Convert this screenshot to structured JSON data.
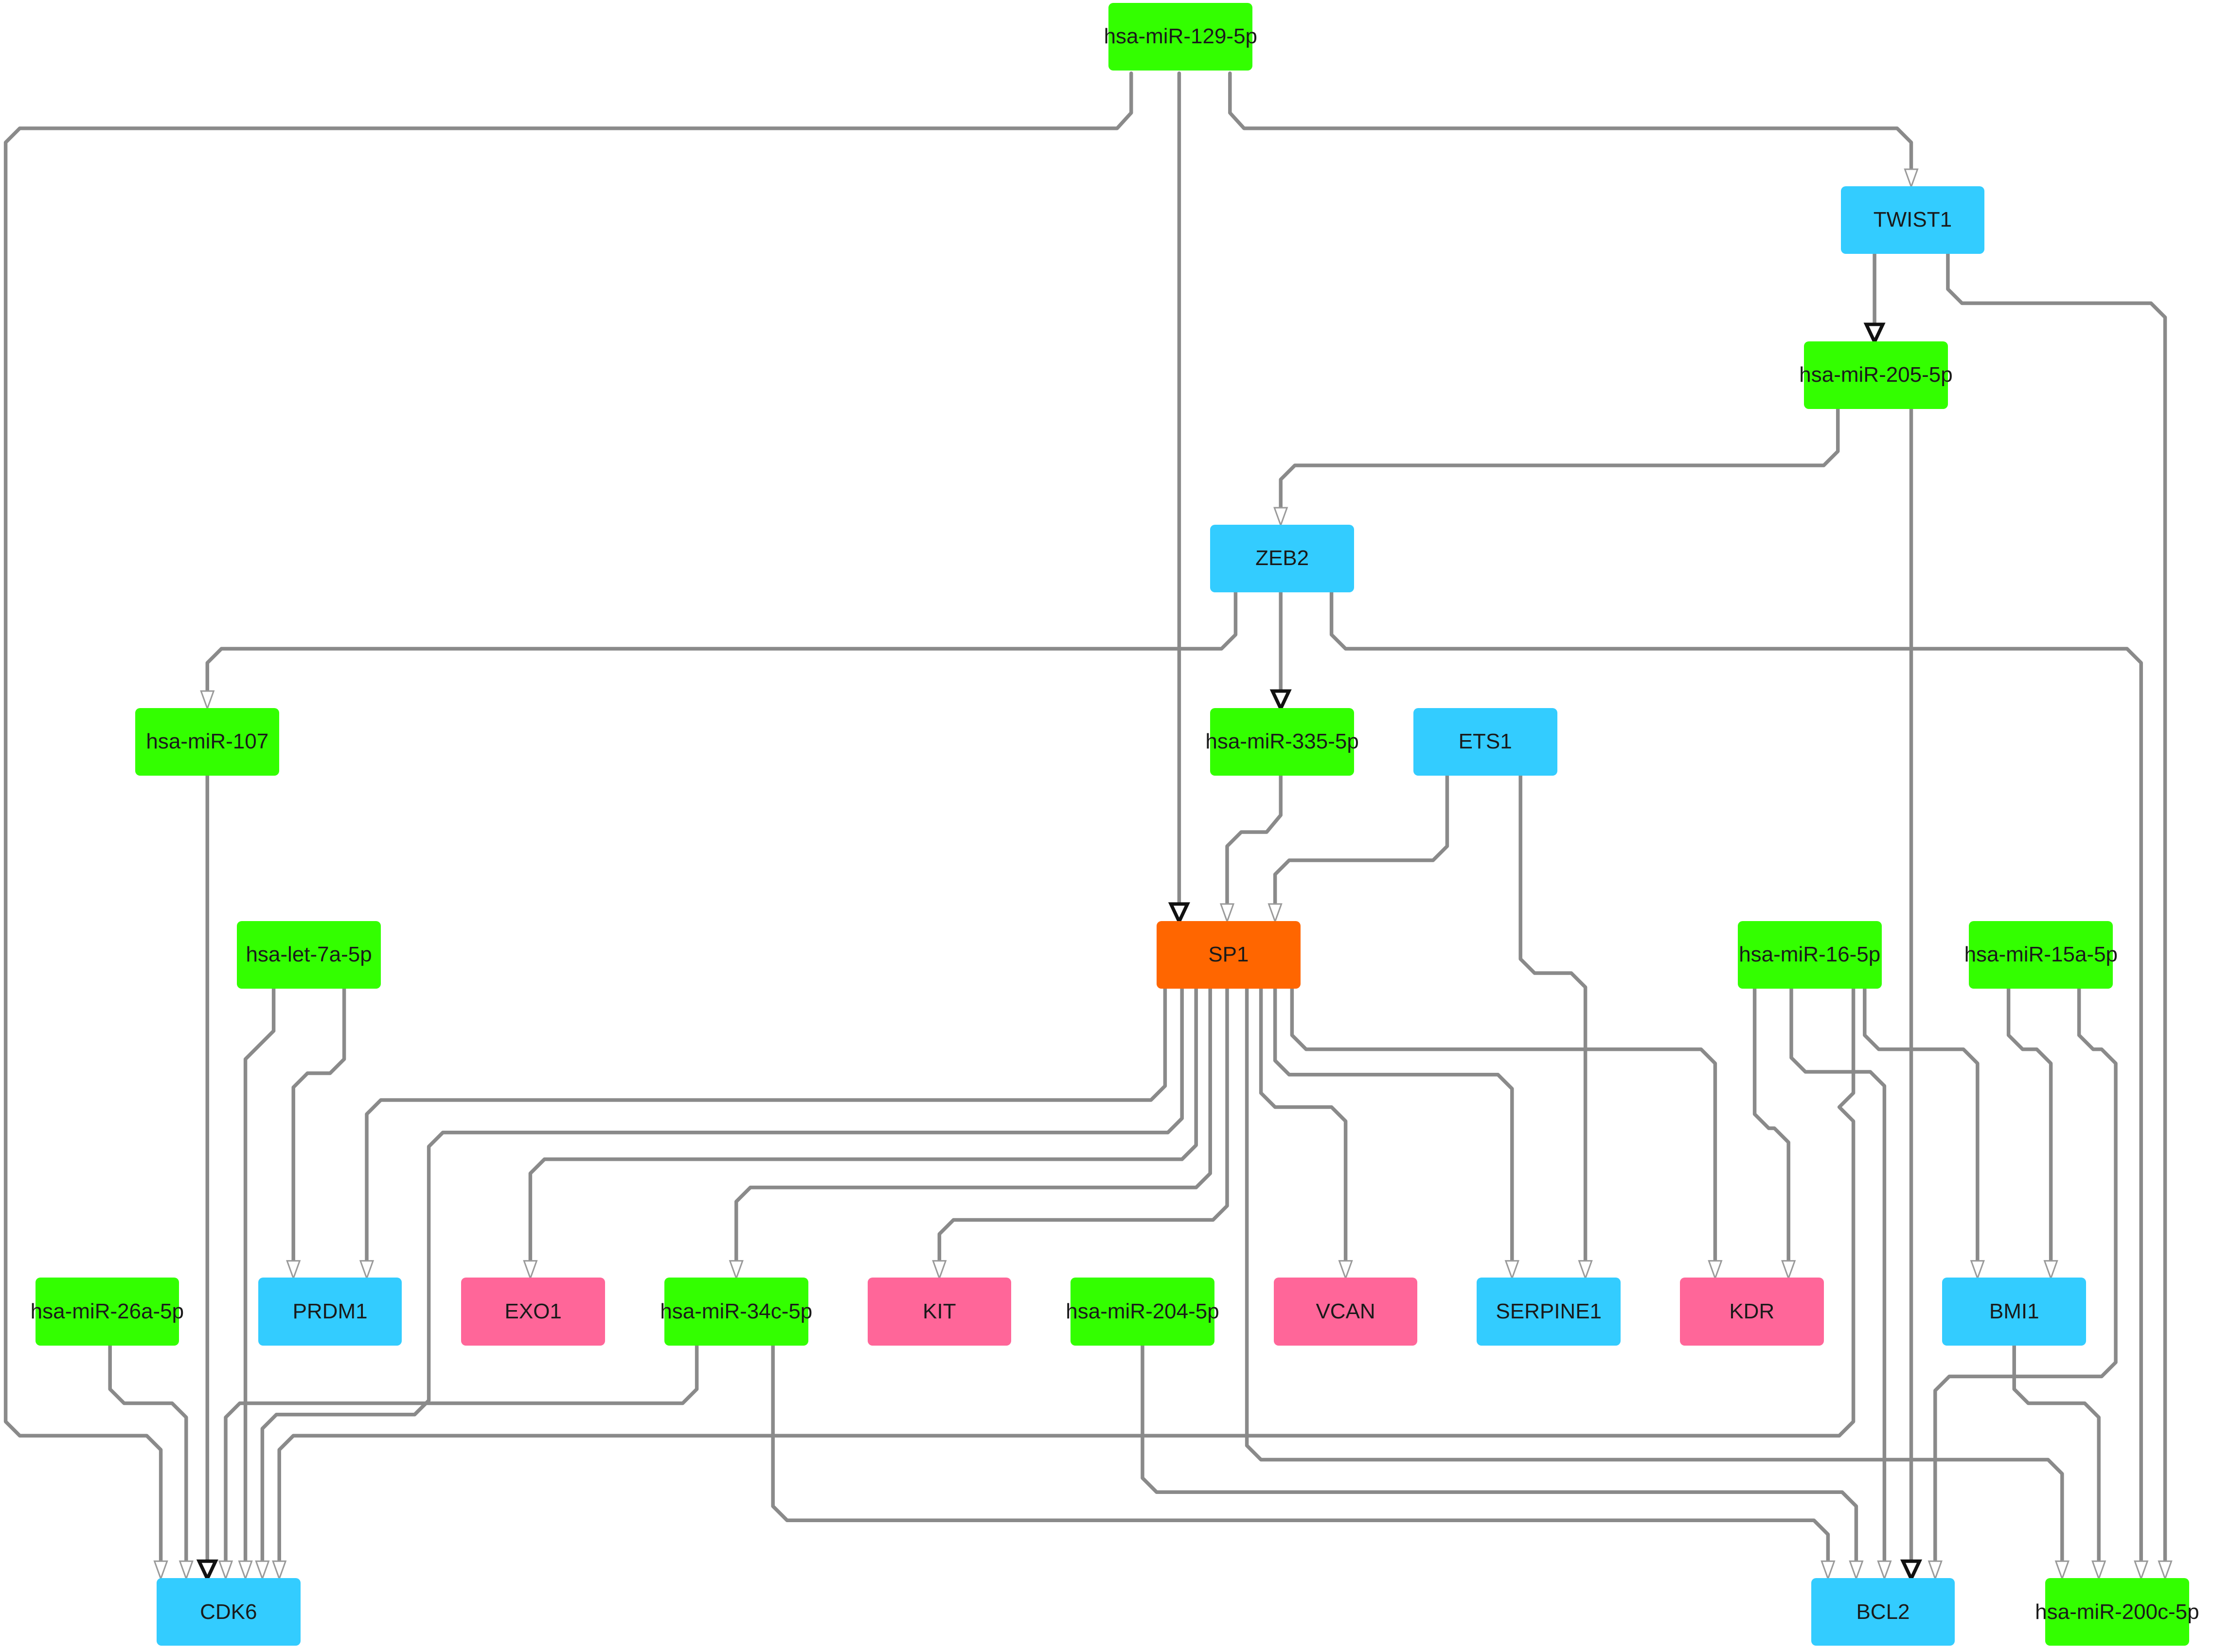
{
  "colors": {
    "mirna": "#33ff00",
    "gene": "#33ccff",
    "hub": "#ff6600",
    "other": "#ff6699",
    "edge": "#8a8a8a",
    "strong_arrow": "#111111"
  },
  "nodes": {
    "mir129": {
      "label": "hsa-miR-129-5p",
      "kind": "mirna"
    },
    "twist1": {
      "label": "TWIST1",
      "kind": "gene"
    },
    "mir205": {
      "label": "hsa-miR-205-5p",
      "kind": "mirna"
    },
    "zeb2": {
      "label": "ZEB2",
      "kind": "gene"
    },
    "mir107": {
      "label": "hsa-miR-107",
      "kind": "mirna"
    },
    "mir335": {
      "label": "hsa-miR-335-5p",
      "kind": "mirna"
    },
    "ets1": {
      "label": "ETS1",
      "kind": "gene"
    },
    "let7a": {
      "label": "hsa-let-7a-5p",
      "kind": "mirna"
    },
    "sp1": {
      "label": "SP1",
      "kind": "hub"
    },
    "mir16": {
      "label": "hsa-miR-16-5p",
      "kind": "mirna"
    },
    "mir15a": {
      "label": "hsa-miR-15a-5p",
      "kind": "mirna"
    },
    "mir26a": {
      "label": "hsa-miR-26a-5p",
      "kind": "mirna"
    },
    "prdm1": {
      "label": "PRDM1",
      "kind": "gene"
    },
    "exo1": {
      "label": "EXO1",
      "kind": "other"
    },
    "mir34c": {
      "label": "hsa-miR-34c-5p",
      "kind": "mirna"
    },
    "kit": {
      "label": "KIT",
      "kind": "other"
    },
    "mir204": {
      "label": "hsa-miR-204-5p",
      "kind": "mirna"
    },
    "vcan": {
      "label": "VCAN",
      "kind": "other"
    },
    "serpine1": {
      "label": "SERPINE1",
      "kind": "gene"
    },
    "kdr": {
      "label": "KDR",
      "kind": "other"
    },
    "bmi1": {
      "label": "BMI1",
      "kind": "gene"
    },
    "cdk6": {
      "label": "CDK6",
      "kind": "gene"
    },
    "bcl2": {
      "label": "BCL2",
      "kind": "gene"
    },
    "mir200c": {
      "label": "hsa-miR-200c-5p",
      "kind": "mirna"
    }
  },
  "edges": [
    {
      "source": "mir129",
      "target": "sp1",
      "strong": true
    },
    {
      "source": "mir129",
      "target": "cdk6",
      "strong": false
    },
    {
      "source": "mir129",
      "target": "twist1",
      "strong": false
    },
    {
      "source": "twist1",
      "target": "mir205",
      "strong": true
    },
    {
      "source": "twist1",
      "target": "mir200c",
      "strong": false
    },
    {
      "source": "mir205",
      "target": "zeb2",
      "strong": false
    },
    {
      "source": "mir205",
      "target": "bcl2",
      "strong": true
    },
    {
      "source": "zeb2",
      "target": "mir107",
      "strong": false
    },
    {
      "source": "zeb2",
      "target": "mir335",
      "strong": true
    },
    {
      "source": "zeb2",
      "target": "mir200c",
      "strong": false
    },
    {
      "source": "mir107",
      "target": "cdk6",
      "strong": true
    },
    {
      "source": "mir335",
      "target": "sp1",
      "strong": false
    },
    {
      "source": "ets1",
      "target": "sp1",
      "strong": false
    },
    {
      "source": "ets1",
      "target": "serpine1",
      "strong": false
    },
    {
      "source": "let7a",
      "target": "cdk6",
      "strong": false
    },
    {
      "source": "let7a",
      "target": "prdm1",
      "strong": false
    },
    {
      "source": "sp1",
      "target": "prdm1",
      "strong": false
    },
    {
      "source": "sp1",
      "target": "cdk6",
      "strong": false
    },
    {
      "source": "sp1",
      "target": "exo1",
      "strong": false
    },
    {
      "source": "sp1",
      "target": "mir34c",
      "strong": false
    },
    {
      "source": "sp1",
      "target": "kit",
      "strong": false
    },
    {
      "source": "sp1",
      "target": "vcan",
      "strong": false
    },
    {
      "source": "sp1",
      "target": "serpine1",
      "strong": false
    },
    {
      "source": "sp1",
      "target": "kdr",
      "strong": false
    },
    {
      "source": "sp1",
      "target": "mir200c",
      "strong": false
    },
    {
      "source": "mir16",
      "target": "kdr",
      "strong": false
    },
    {
      "source": "mir16",
      "target": "cdk6",
      "strong": false
    },
    {
      "source": "mir16",
      "target": "bcl2",
      "strong": false
    },
    {
      "source": "mir16",
      "target": "bmi1",
      "strong": false
    },
    {
      "source": "mir15a",
      "target": "bmi1",
      "strong": false
    },
    {
      "source": "mir15a",
      "target": "bcl2",
      "strong": false
    },
    {
      "source": "mir26a",
      "target": "cdk6",
      "strong": false
    },
    {
      "source": "mir34c",
      "target": "cdk6",
      "strong": false
    },
    {
      "source": "mir34c",
      "target": "bcl2",
      "strong": false
    },
    {
      "source": "mir204",
      "target": "bcl2",
      "strong": false
    },
    {
      "source": "bmi1",
      "target": "mir200c",
      "strong": false
    }
  ]
}
